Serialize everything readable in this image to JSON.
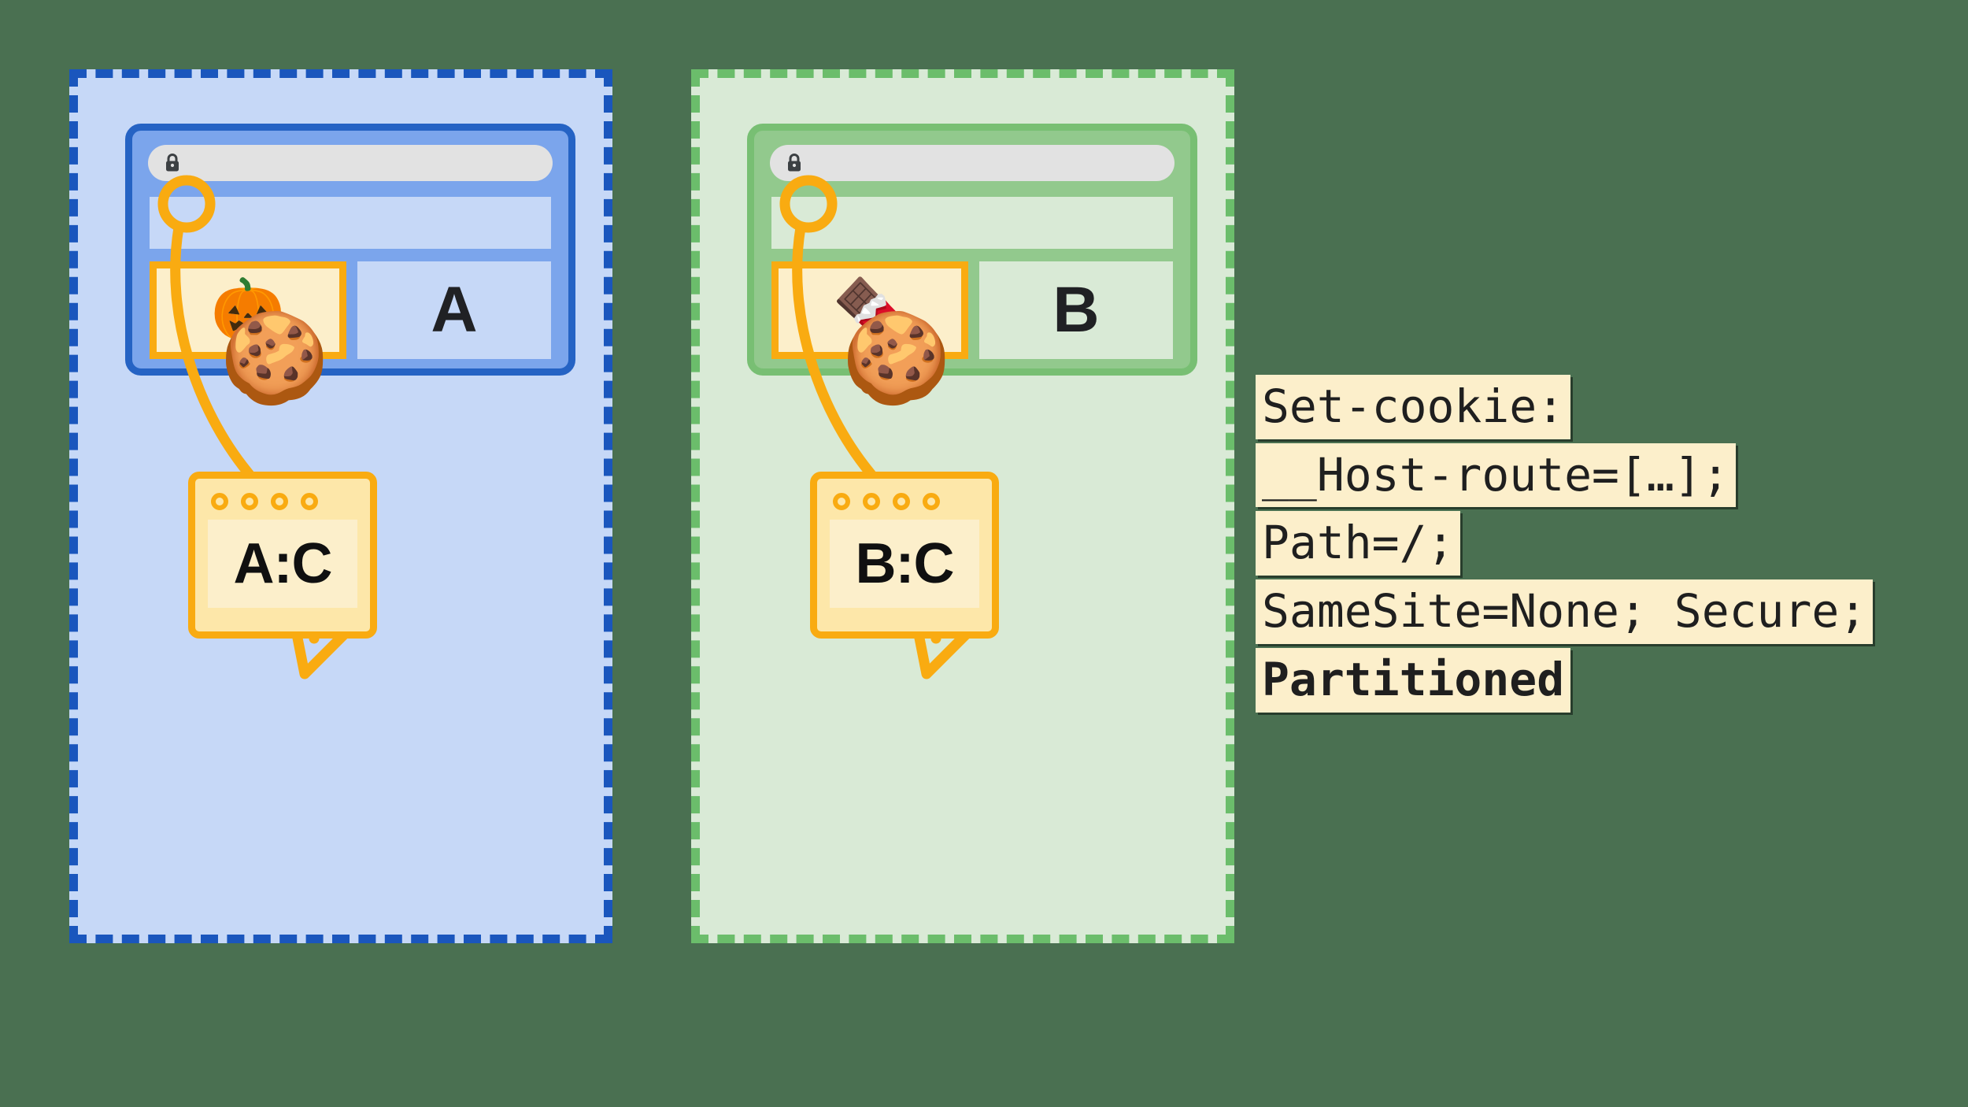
{
  "background_color": "#4a7051",
  "panels": [
    {
      "id": "panel-a",
      "accent_border": "#1a56bd",
      "accent_bg": "#c6d8f7",
      "chrome_border": "#2563c4",
      "chrome_bg": "#7ba5ec",
      "site_letter": "A",
      "embed_emoji": "🎃",
      "embed_emoji_name": "jack-o-lantern-emoji",
      "lock_icon_name": "lock-icon",
      "cookie_emoji": "🍪",
      "storage_label": "A:C"
    },
    {
      "id": "panel-b",
      "accent_border": "#6bbd6b",
      "accent_bg": "#d9ead6",
      "chrome_border": "#78bf73",
      "chrome_bg": "#92c98d",
      "site_letter": "B",
      "embed_emoji": "🍫",
      "embed_emoji_name": "chocolate-bar-emoji",
      "lock_icon_name": "lock-icon",
      "cookie_emoji": "🍪",
      "storage_label": "B:C"
    }
  ],
  "code": {
    "highlight_color": "#fcefcb",
    "lines": [
      {
        "text": "Set-cookie:",
        "bold": false
      },
      {
        "text": "__Host-route=[…];",
        "bold": false
      },
      {
        "text": "Path=/;",
        "bold": false
      },
      {
        "text": "SameSite=None; Secure;",
        "bold": false
      },
      {
        "text": "Partitioned",
        "bold": true
      }
    ]
  },
  "arrow_color": "#f9ab11"
}
